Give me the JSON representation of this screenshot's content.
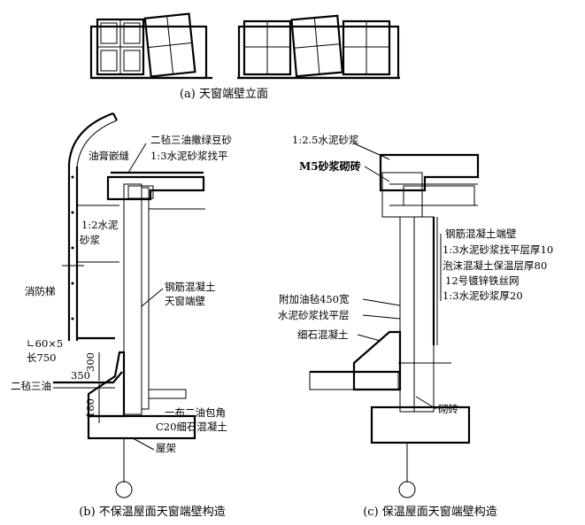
{
  "captions": {
    "a": "(a) 天窗端壁立面",
    "b": "(b) 不保温屋面天窗端壁构造",
    "c": "(c) 保温屋面天窗端壁构造"
  },
  "left": {
    "labels": {
      "l1": "二毡三油撒绿豆砂",
      "l2": "1:3水泥砂浆找平",
      "l3": "油膏嵌缝",
      "l4": "1:2水泥",
      "l5": "砂浆",
      "l6": "钢筋混凝土",
      "l7": "天窗端壁",
      "l8": "消防梯",
      "l9": "∟60×5",
      "l10": "长750",
      "l11": "300",
      "l12": "350",
      "l13": "二毡三油",
      "l14": "180",
      "l15": "一布二油包角",
      "l16": "C20细石混凝土",
      "l17": "屋架"
    }
  },
  "right": {
    "labels": {
      "r1": "1:2.5水泥砂浆",
      "r2": "M5砂浆砌砖",
      "r3": "钢筋混凝土端壁",
      "r4": "1:3水泥砂浆找平层厚10",
      "r5": "泡沫混凝土保温层厚80",
      "r6": "12号镀锌铁丝网",
      "r7": "1:3水泥砂浆厚20",
      "r8": "附加油毡450宽",
      "r9": "水泥砂浆找平层",
      "r10": "细石混凝土",
      "r11": "砌砖"
    }
  }
}
